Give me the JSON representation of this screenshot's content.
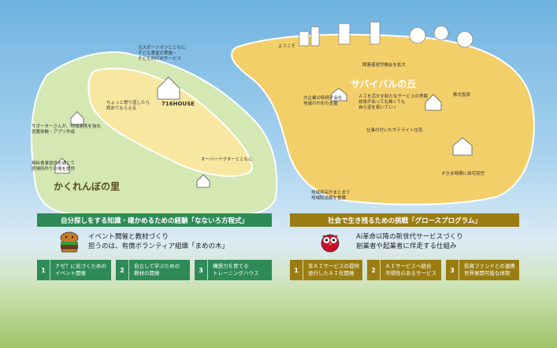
{
  "map": {
    "left_area": "かくれんぼの里",
    "right_area": "サバイバルの丘",
    "house": "716HOUSE",
    "welcome": "ようこそ",
    "captions": {
      "sports": [
        "元スポーツマンとともに",
        "子ども食堂の実施・",
        "子ども向けのサービス"
      ],
      "supporter": [
        "サポーターさんが、地域連携を強化",
        "就農体験・アプリ作成"
      ],
      "free_food": [
        "無料食事提供を通じて",
        "居場所作りの場を提供"
      ],
      "chotto": [
        "ちょっと寄り道したら",
        "認めてもらえる"
      ],
      "older": [
        "オーバードクターとともに"
      ],
      "large_company": [
        "大企業の特例子会社",
        "地域のIT化の支援"
      ],
      "ai_service": [
        "ＡＩを活かす新たなサービスの考案",
        "技術があっても無くても",
        "自ら道を拓いていく"
      ],
      "disability": [
        "障害者就労機会を拡大"
      ],
      "investment": [
        "株式投資"
      ],
      "training": [
        "仕事の付いたサテライト住宅"
      ],
      "spare_time": [
        "すきま時間に自宅就労"
      ],
      "elderly": [
        "地域商店がまとまり",
        "地域配送網を整備"
      ]
    }
  },
  "left_section": {
    "banner": "自分探しをする知識・確かめるための経験「なないろ方程式」",
    "desc_lines": [
      "イベント開催と教材づくり",
      "担うのは、有償ボランティア組織「まめの木」"
    ],
    "steps": [
      {
        "num": "1",
        "lines": [
          "ナゼ？に気づくための",
          "イベント開催"
        ]
      },
      {
        "num": "2",
        "lines": [
          "自立して学ぶための",
          "教材の開発"
        ]
      },
      {
        "num": "3",
        "lines": [
          "構想力を育てる",
          "トレーニングハウス"
        ]
      }
    ]
  },
  "right_section": {
    "banner": "社会で生き残るための挑戦「グロースプログラム」",
    "desc_lines": [
      "Ai革命以降の新世代サービスづくり",
      "創業者や起業者に伴走する仕組み"
    ],
    "steps": [
      {
        "num": "1",
        "lines": [
          "非ＡＩサービスの提供",
          "並行したＡＩ化開発"
        ]
      },
      {
        "num": "2",
        "lines": [
          "ＡＩサービスへ統合",
          "市場性のあるサービス"
        ]
      },
      {
        "num": "3",
        "lines": [
          "投資ファンドとの連携",
          "世界展開可能な体制"
        ]
      }
    ]
  },
  "colors": {
    "green_region": "#d3e8b2",
    "yellow_region": "#f3cf6a",
    "green_banner": "#2e8b57",
    "gold_banner": "#9a7d12"
  }
}
